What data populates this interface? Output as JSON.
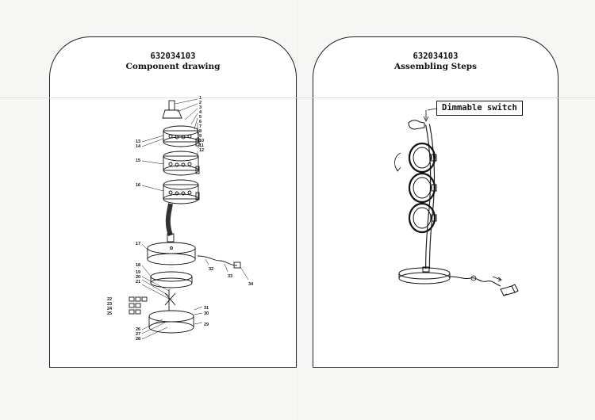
{
  "left_page": {
    "model_number": "632034103",
    "title": "Component drawing",
    "part_numbers": [
      "1",
      "2",
      "3",
      "4",
      "5",
      "6",
      "7",
      "8",
      "9",
      "10",
      "11",
      "12",
      "13",
      "14",
      "15",
      "16",
      "17",
      "18",
      "19",
      "20",
      "21",
      "22",
      "23",
      "24",
      "25",
      "26",
      "27",
      "28",
      "29",
      "30",
      "31",
      "32",
      "33",
      "34"
    ]
  },
  "right_page": {
    "model_number": "632034103",
    "title": "Assembling Steps",
    "callout": "Dimmable switch"
  },
  "colors": {
    "ink": "#111111",
    "paper": "#ffffff",
    "background": "#f6f6f4",
    "scan_line": "#e9e27a"
  },
  "icons": [
    "finger-press-icon",
    "rotate-arrow-icon",
    "power-adapter-icon"
  ]
}
